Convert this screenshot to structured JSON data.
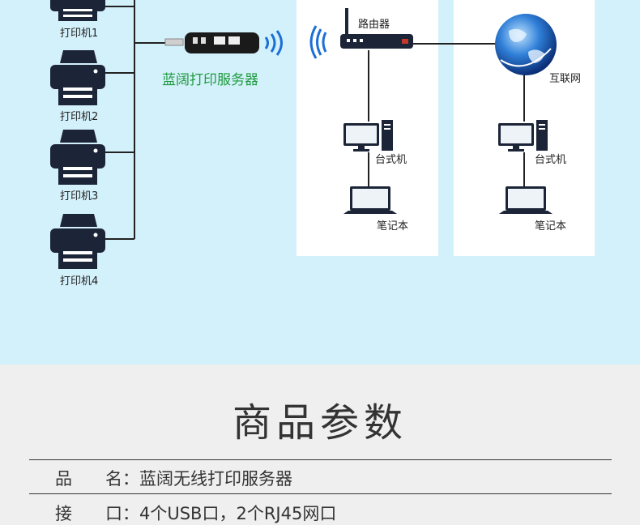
{
  "diagram": {
    "printers": [
      "打印机1",
      "打印机2",
      "打印机3",
      "打印机4"
    ],
    "server_label": "蓝阔打印服务器",
    "router_label": "路由器",
    "internet_label": "互联网",
    "desktop_labels": [
      "台式机",
      "台式机"
    ],
    "laptop_labels": [
      "笔记本",
      "笔记本"
    ],
    "colors": {
      "background": "#d3f1fb",
      "wifi": "#1b6fd6",
      "accent_green": "#1e9a3d"
    }
  },
  "section": {
    "title": "商品参数"
  },
  "specs": [
    {
      "key_chars": [
        "品",
        "名"
      ],
      "colon": "：",
      "value": "蓝阔无线打印服务器"
    },
    {
      "key_chars": [
        "接",
        "口"
      ],
      "colon": "：",
      "value": "4个USB口，2个RJ45网口"
    }
  ]
}
